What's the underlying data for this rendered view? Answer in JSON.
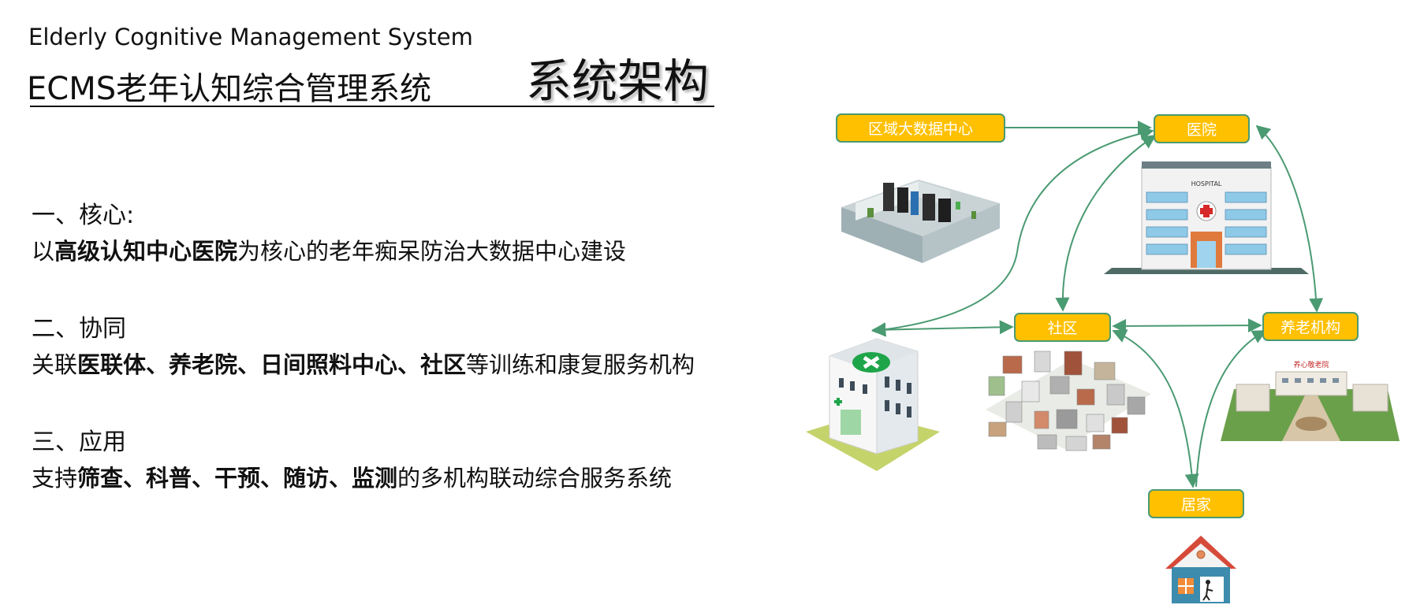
{
  "header": {
    "subtitle_en": "Elderly Cognitive Management System",
    "title_cn": "ECMS老年认知综合管理系统",
    "slide_heading": "系统架构"
  },
  "sections": [
    {
      "heading": "一、核心:",
      "line": [
        {
          "text": "以",
          "bold": false
        },
        {
          "text": "高级认知中心医院",
          "bold": true
        },
        {
          "text": "为核心的老年痴呆防治大数据中心建设",
          "bold": false
        }
      ]
    },
    {
      "heading": "二、协同",
      "line": [
        {
          "text": "关联",
          "bold": false
        },
        {
          "text": "医联体、养老院、日间照料中心、社区",
          "bold": true
        },
        {
          "text": "等训练和康复服务机构",
          "bold": false
        }
      ]
    },
    {
      "heading": "三、应用",
      "line": [
        {
          "text": "支持",
          "bold": false
        },
        {
          "text": "筛查、科普、干预、随访、监测",
          "bold": true
        },
        {
          "text": "的多机构联动综合服务系统",
          "bold": false
        }
      ]
    }
  ],
  "diagram": {
    "nodes": {
      "data_center": "区域大数据中心",
      "hospital": "医院",
      "community": "社区",
      "elderly_care": "养老机构",
      "home": "居家"
    },
    "image_text": {
      "hospital_sign": "HOSPITAL",
      "care_home_sign": "养心敬老院"
    },
    "colors": {
      "node_fill": "#ffc000",
      "node_border": "#4a9a72",
      "arrow": "#4a9a72"
    }
  }
}
